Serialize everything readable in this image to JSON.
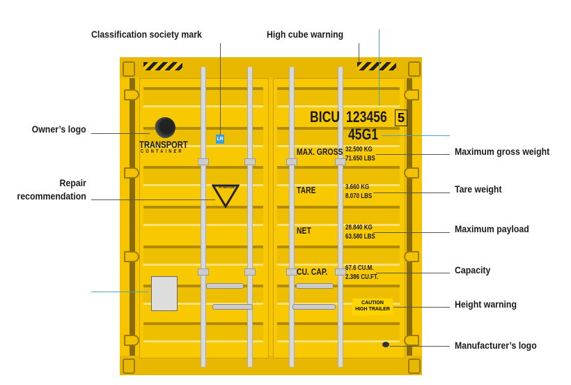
{
  "labels": {
    "classification": "Classification society mark",
    "high_cube": "High cube warning",
    "owners_logo": "Owner’s logo",
    "repair": "Repair\nrecommendation",
    "max_gross": "Maximum gross weight",
    "tare": "Tare weight",
    "max_payload": "Maximum payload",
    "capacity": "Capacity",
    "height_warning": "Height warning",
    "manufacturers_logo": "Manufacturer’s logo"
  },
  "container": {
    "owner_code": "BICU",
    "serial": "123456",
    "check_digit": "5",
    "size_type": "45G1",
    "logo_line1": "TRANSPORT",
    "logo_line2": "CONTAINER",
    "class_mark": "LR",
    "attention": "ATTENTION",
    "max_gross_label": "MAX. GROSS",
    "max_gross_kg": "32.500 KG",
    "max_gross_lbs": "71.650 LBS",
    "tare_label": "TARE",
    "tare_kg": "3.660 KG",
    "tare_lbs": "8.070 LBS",
    "net_label": "NET",
    "net_kg": "28.840 KG",
    "net_lbs": "63.580 LBS",
    "cap_label": "CU. CAP.",
    "cap_m": "67.6 CU.M.",
    "cap_ft": "2.386 CU.FT.",
    "caution1": "CAUTION",
    "caution2": "HIGH TRAILER"
  },
  "colors": {
    "container": "#f6c500",
    "leader": "#555555",
    "leader_alt": "#4aa3c0"
  }
}
